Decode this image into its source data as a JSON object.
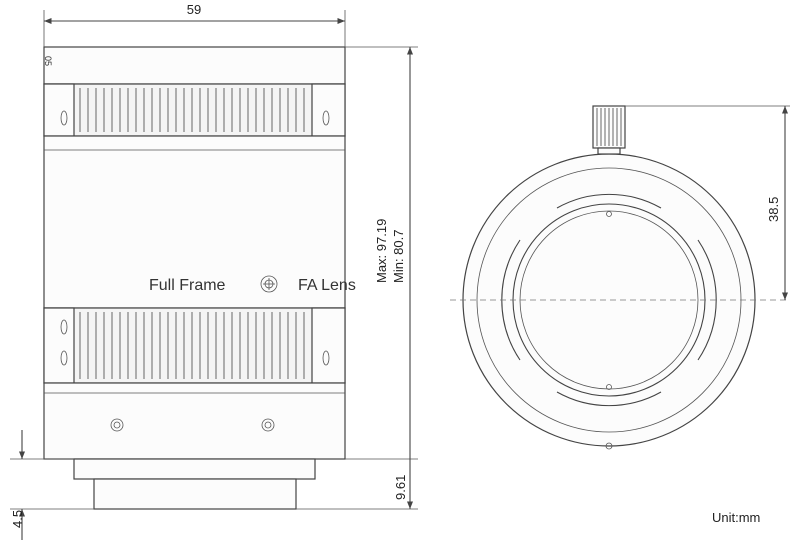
{
  "dimensions": {
    "width": "59",
    "max_length": "Max: 97.19",
    "min_length": "Min: 80.7",
    "flange_distance": "9.61",
    "mount_depth": "4.5",
    "knob_offset": "38.5"
  },
  "lens_label": {
    "full_frame": "Full Frame",
    "fa_lens": "FA Lens",
    "ring_mark": "05"
  },
  "unit_label": "Unit:mm"
}
